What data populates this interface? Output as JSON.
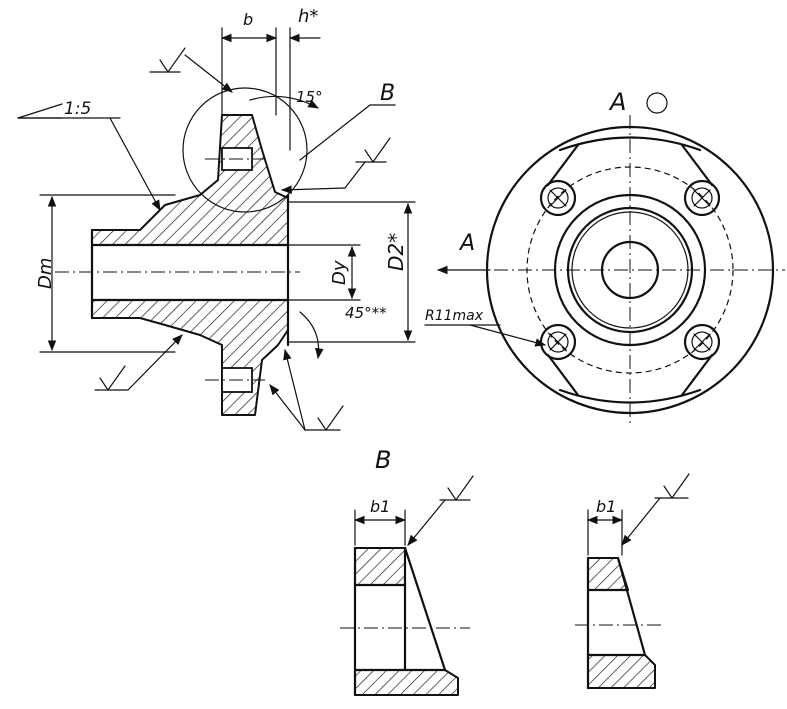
{
  "labels": {
    "dim_b": "b",
    "dim_h": "h*",
    "taper": "1:5",
    "angle_15": "15°",
    "detail_b": "B",
    "view_a": "A",
    "arrow_a": "A",
    "dim_dm": "Dm",
    "dim_dy": "Dy",
    "dim_d2": "D2*",
    "chamfer": "45°**",
    "radius": "R11max",
    "detail_b_title": "B",
    "dim_b1_left": "b1",
    "dim_b1_right": "b1"
  }
}
